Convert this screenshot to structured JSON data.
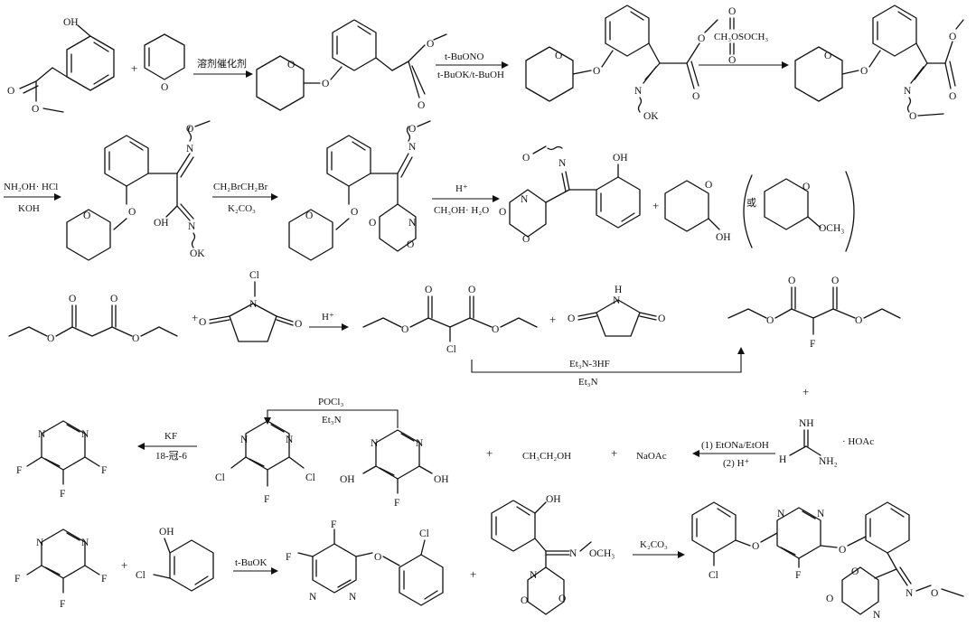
{
  "row1": {
    "cond1": "溶剂催化剂",
    "cond2_top": "t-BuONO",
    "cond2_bot": "t-BuOK/t-BuOH",
    "reagent3": "CH₃OSOCH₃",
    "plus": "+"
  },
  "row2": {
    "cond1_top": "NH₂OH· HCl",
    "cond1_bot": "KOH",
    "cond2_top": "CH₂BrCH₂Br",
    "cond2_bot": "K₂CO₃",
    "cond3_top": "H⁺",
    "cond3_bot": "CH₃OH· H₂O",
    "or": "或",
    "plus": "+"
  },
  "row3": {
    "cond_top": "H⁺",
    "cond_route_top": "Et₃N-3HF",
    "cond_route_bot": "Et₃N",
    "plus": "+"
  },
  "row4": {
    "cond_kf_top": "KF",
    "cond_kf_bot": "18-冠-6",
    "cond_pocl_top": "POCl₃",
    "cond_pocl_bot": "Et₃N",
    "byproduct1": "CH₃CH₂OH",
    "byproduct2": "NaOAc",
    "cond_guan_top": "(1) EtONa/EtOH",
    "cond_guan_bot": "(2) H⁺",
    "salt": "· HOAc",
    "plus": "+"
  },
  "row5": {
    "cond1": "t-BuOK",
    "cond2": "K₂CO₃",
    "plus": "+"
  },
  "atoms": {
    "O": "O",
    "OH": "OH",
    "N": "N",
    "Cl": "Cl",
    "F": "F",
    "OK": "OK",
    "H": "H",
    "NH": "NH",
    "NH2": "NH₂",
    "OCH3": "OCH₃"
  }
}
